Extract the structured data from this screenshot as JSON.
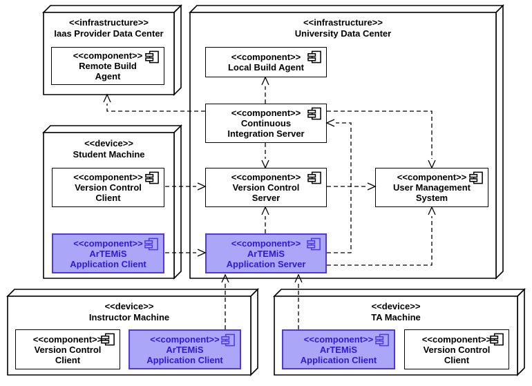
{
  "diagram_type": "UML deployment diagram",
  "colors": {
    "line": "#000000",
    "node_fill": "#ffffff",
    "highlight_fill": "#ACA6F8",
    "highlight_border": "#4C38E8",
    "highlight_text": "#2D18DC"
  },
  "nodes": {
    "iaas": {
      "stereotype": "<<infrastructure>>",
      "name": "Iaas Provider Data Center"
    },
    "university": {
      "stereotype": "<<infrastructure>>",
      "name": "University Data Center"
    },
    "student": {
      "stereotype": "<<device>>",
      "name": "Student Machine"
    },
    "instructor": {
      "stereotype": "<<device>>",
      "name": "Instructor Machine"
    },
    "ta": {
      "stereotype": "<<device>>",
      "name": "TA Machine"
    }
  },
  "components": {
    "remote_build_agent": {
      "stereotype": "<<component>>",
      "name": "Remote Build\nAgent"
    },
    "local_build_agent": {
      "stereotype": "<<component>>",
      "name": "Local Build Agent"
    },
    "ci_server": {
      "stereotype": "<<component>>",
      "name": "Continuous\nIntegration Server"
    },
    "vc_server": {
      "stereotype": "<<component>>",
      "name": "Version Control\nServer"
    },
    "user_mgmt": {
      "stereotype": "<<component>>",
      "name": "User Management\nSystem"
    },
    "artemis_server": {
      "stereotype": "<<component>>",
      "name": "ArTEMiS\nApplication Server"
    },
    "student_vcc": {
      "stereotype": "<<component>>",
      "name": "Version Control\nClient"
    },
    "student_aac": {
      "stereotype": "<<component>>",
      "name": "ArTEMiS\nApplication Client"
    },
    "instructor_vcc": {
      "stereotype": "<<component>>",
      "name": "Version Control\nClient"
    },
    "instructor_aac": {
      "stereotype": "<<component>>",
      "name": "ArTEMiS\nApplication Client"
    },
    "ta_aac": {
      "stereotype": "<<component>>",
      "name": "ArTEMiS\nApplication Client"
    },
    "ta_vcc": {
      "stereotype": "<<component>>",
      "name": "Version Control\nClient"
    }
  }
}
